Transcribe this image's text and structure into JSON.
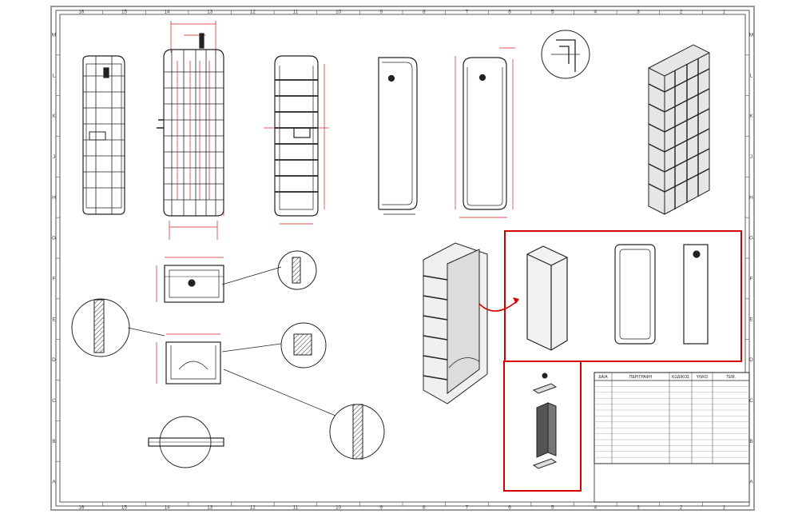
{
  "sheet": {
    "zone_columns": [
      "16",
      "15",
      "14",
      "13",
      "12",
      "11",
      "10",
      "9",
      "8",
      "7",
      "6",
      "5",
      "4",
      "3",
      "2",
      "1"
    ],
    "zone_rows": [
      "M",
      "L",
      "K",
      "J",
      "H",
      "G",
      "F",
      "E",
      "D",
      "C",
      "B",
      "A"
    ]
  },
  "colors": {
    "line": "#222222",
    "dim": "#d32020",
    "highlight_frame": "#d40000",
    "frame_gray": "#b0b0b0",
    "part_fill": "#e6e6e6"
  },
  "bom": {
    "headers": [
      "ΔΑ/Α",
      "ΠΕΡΙΓΡΑΦΗ",
      "ΚΩΔΙΚΟΣ",
      "ΥΛΙΚΟ",
      "ΤΕΜ."
    ]
  }
}
